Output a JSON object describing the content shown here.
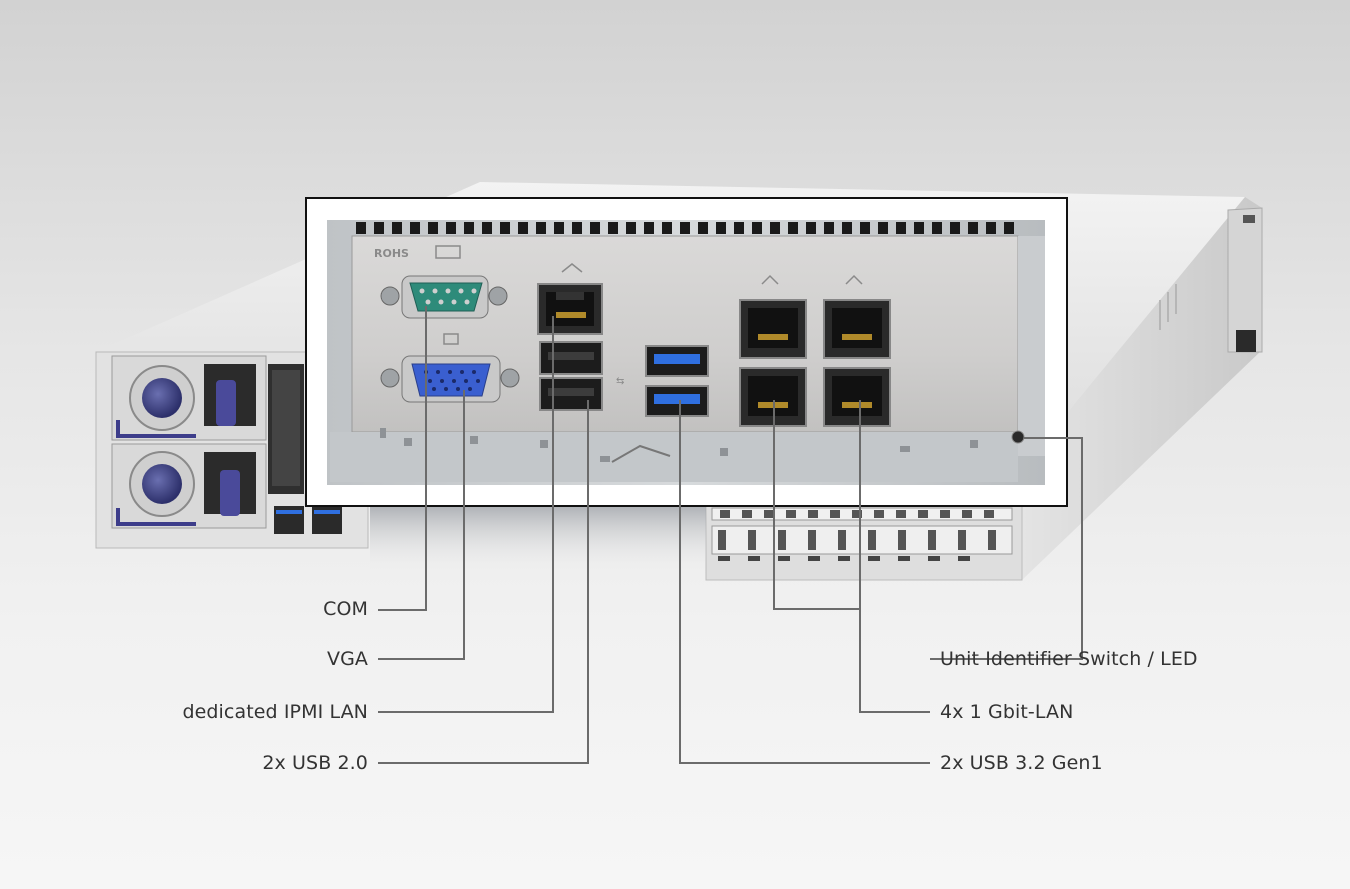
{
  "panel": {
    "rohs_mark": "ROHS"
  },
  "labels": {
    "com": "COM",
    "vga": "VGA",
    "ipmi": "dedicated IPMI LAN",
    "usb2": "2x USB 2.0",
    "uid": "Unit Identifier Switch / LED",
    "lan": "4x 1 Gbit-LAN",
    "usb3": "2x USB 3.2 Gen1"
  },
  "colors": {
    "callout_line": "#6b6b6b",
    "com_connector": "#2e8b7a",
    "vga_connector": "#3a5fd0",
    "usb3_blue": "#2f6fe0",
    "psu_handle": "#4a4a9a",
    "label_text": "#333333"
  }
}
